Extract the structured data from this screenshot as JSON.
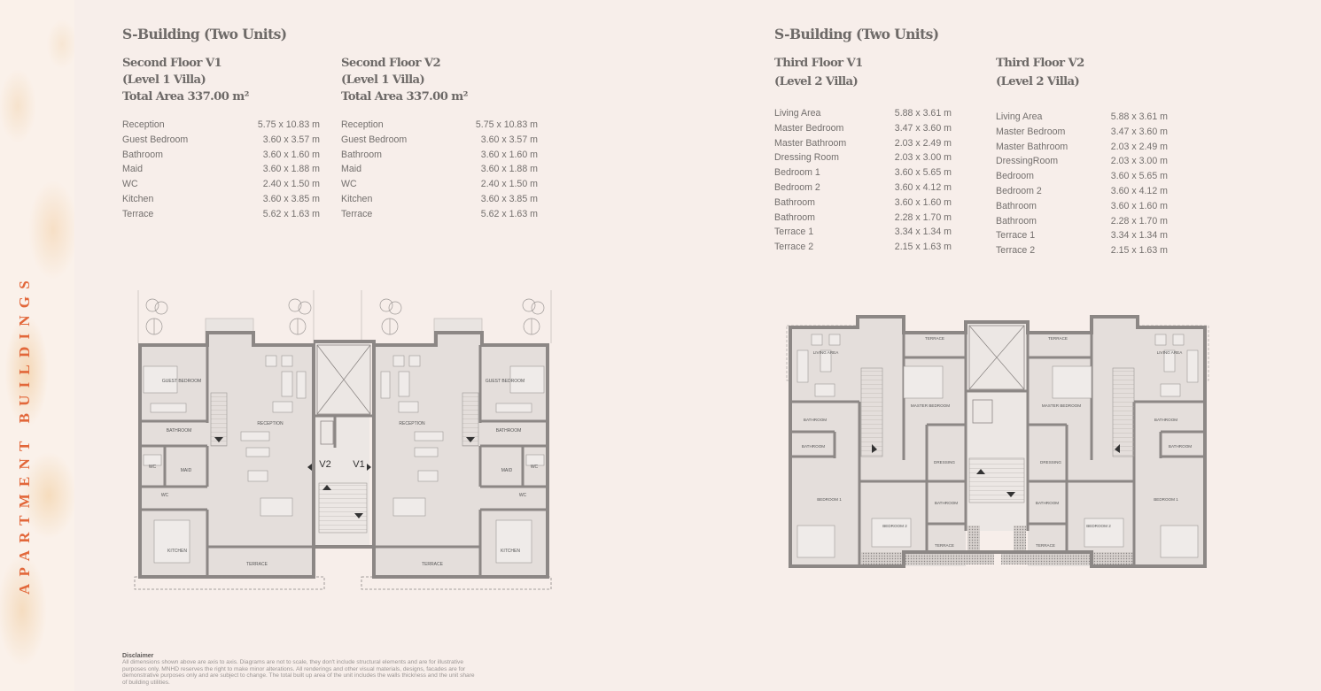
{
  "sidebar": {
    "vertical_title": "APARTMENT BUILDINGS",
    "accent_color": "#e2673a"
  },
  "left_section": {
    "building_title": "S-Building (Two Units)",
    "units": [
      {
        "floor": "Second Floor V1",
        "level": "(Level 1 Villa)",
        "total_area": "Total Area 337.00 m²",
        "rooms": [
          {
            "name": "Reception",
            "dim": "5.75 x 10.83 m"
          },
          {
            "name": "Guest Bedroom",
            "dim": "3.60 x 3.57 m"
          },
          {
            "name": "Bathroom",
            "dim": "3.60 x 1.60 m"
          },
          {
            "name": "Maid",
            "dim": "3.60 x 1.88 m"
          },
          {
            "name": "WC",
            "dim": "2.40 x 1.50 m"
          },
          {
            "name": "Kitchen",
            "dim": "3.60 x 3.85 m"
          },
          {
            "name": "Terrace",
            "dim": "5.62 x 1.63 m"
          }
        ]
      },
      {
        "floor": "Second Floor V2",
        "level": "(Level 1 Villa)",
        "total_area": "Total Area 337.00 m²",
        "rooms": [
          {
            "name": "Reception",
            "dim": "5.75 x 10.83 m"
          },
          {
            "name": "Guest Bedroom",
            "dim": "3.60 x 3.57 m"
          },
          {
            "name": "Bathroom",
            "dim": "3.60 x 1.60 m"
          },
          {
            "name": "Maid",
            "dim": "3.60 x 1.88 m"
          },
          {
            "name": "WC",
            "dim": "2.40 x 1.50 m"
          },
          {
            "name": "Kitchen",
            "dim": "3.60 x 3.85 m"
          },
          {
            "name": "Terrace",
            "dim": "5.62 x 1.63 m"
          }
        ]
      }
    ],
    "plan_labels": {
      "guest_bedroom": "GUEST BEDROOM",
      "bathroom": "BATHROOM",
      "reception": "RECEPTION",
      "maid": "MAID",
      "wc": "WC",
      "kitchen": "KITCHEN",
      "terrace": "TERRACE",
      "entry_v1": "V1",
      "entry_v2": "V2"
    }
  },
  "right_section": {
    "building_title": "S-Building (Two Units)",
    "units": [
      {
        "floor": "Third Floor V1",
        "level": "(Level 2 Villa)",
        "rooms": [
          {
            "name": "Living Area",
            "dim": "5.88 x 3.61 m"
          },
          {
            "name": "Master Bedroom",
            "dim": "3.47 x 3.60 m"
          },
          {
            "name": "Master Bathroom",
            "dim": "2.03 x 2.49 m"
          },
          {
            "name": "Dressing Room",
            "dim": "2.03 x 3.00 m"
          },
          {
            "name": "Bedroom 1",
            "dim": "3.60 x 5.65 m"
          },
          {
            "name": "Bedroom 2",
            "dim": "3.60 x 4.12 m"
          },
          {
            "name": "Bathroom",
            "dim": "3.60 x 1.60 m"
          },
          {
            "name": "Bathroom",
            "dim": "2.28 x 1.70 m"
          },
          {
            "name": "Terrace 1",
            "dim": "3.34 x 1.34 m"
          },
          {
            "name": "Terrace 2",
            "dim": "2.15 x 1.63 m"
          }
        ]
      },
      {
        "floor": "Third Floor V2",
        "level": "(Level 2 Villa)",
        "rooms": [
          {
            "name": "Living Area",
            "dim": "5.88 x 3.61 m"
          },
          {
            "name": "Master Bedroom",
            "dim": "3.47 x 3.60 m"
          },
          {
            "name": "Master Bathroom",
            "dim": "2.03 x 2.49 m"
          },
          {
            "name": "DressingRoom",
            "dim": "2.03 x 3.00 m"
          },
          {
            "name": "Bedroom",
            "dim": "3.60 x 5.65 m"
          },
          {
            "name": "Bedroom 2",
            "dim": "3.60 x 4.12 m"
          },
          {
            "name": "Bathroom",
            "dim": "3.60 x 1.60 m"
          },
          {
            "name": "Bathroom",
            "dim": "2.28 x 1.70 m"
          },
          {
            "name": "Terrace 1",
            "dim": "3.34 x 1.34 m"
          },
          {
            "name": "Terrace 2",
            "dim": "2.15 x 1.63 m"
          }
        ]
      }
    ],
    "plan_labels": {
      "living_area": "LIVING AREA",
      "terrace": "TERRACE",
      "master_bedroom": "MASTER BEDROOM",
      "bathroom": "BATHROOM",
      "dressing": "DRESSING",
      "bedroom_1": "BEDROOM 1",
      "bedroom_2": "BEDROOM 2"
    }
  },
  "disclaimer": {
    "title": "Disclaimer",
    "body": "All dimensions shown above are axis to axis. Diagrams are not to scale, they don't include structural elements and are for illustrative purposes only. MNHD reserves the right to make minor alterations. All renderings and other visual materials, designs, facades are for demonstrative purposes only and are subject to change. The total built up area of the unit includes the walls thickness and the unit share of building utilities."
  },
  "colors": {
    "background": "#f7eeea",
    "plan_floor": "#e4dedb",
    "plan_wall": "#8c8785",
    "heading": "#6e6a68",
    "text": "#736f6d"
  }
}
